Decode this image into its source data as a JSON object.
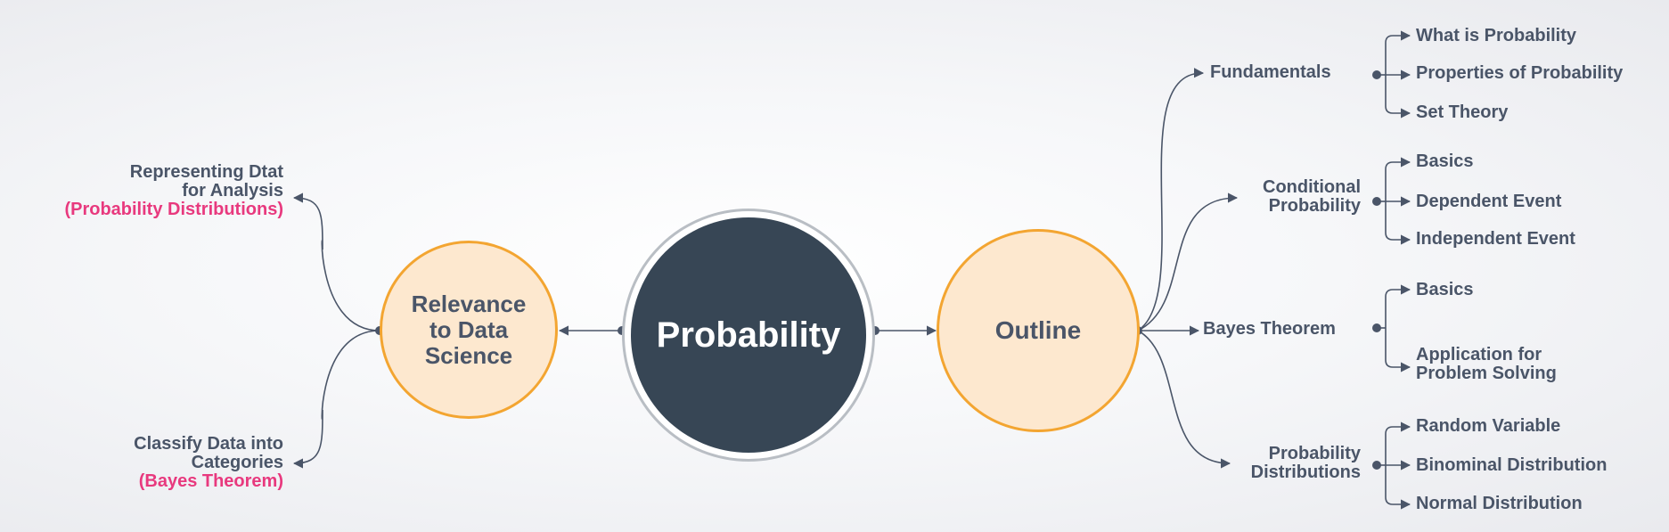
{
  "center": {
    "label": "Probability"
  },
  "left_node": {
    "label_lines": [
      "Relevance",
      "to Data",
      "Science"
    ]
  },
  "right_node": {
    "label": "Outline"
  },
  "left_items": [
    {
      "lines": [
        "Representing Dtat",
        "for Analysis"
      ],
      "highlight": "(Probability Distributions)"
    },
    {
      "lines": [
        "Classify Data into",
        "Categories"
      ],
      "highlight": "(Bayes Theorem)"
    }
  ],
  "outline": [
    {
      "title_lines": [
        "Fundamentals"
      ],
      "children": [
        "What is Probability",
        "Properties of Probability",
        "Set Theory"
      ]
    },
    {
      "title_lines": [
        "Conditional",
        "Probability"
      ],
      "children": [
        "Basics",
        "Dependent Event",
        "Independent Event"
      ]
    },
    {
      "title_lines": [
        "Bayes Theorem"
      ],
      "children": [
        "Basics",
        "Application for Problem Solving"
      ]
    },
    {
      "title_lines": [
        "Probability",
        "Distributions"
      ],
      "children": [
        "Random Variable",
        "Binominal Distribution",
        "Normal Distribution"
      ]
    }
  ],
  "colors": {
    "line": "#4a5568",
    "core": "#374655",
    "orange_border": "#f3a531",
    "orange_fill": "#fde8cf",
    "highlight": "#e8397e"
  }
}
